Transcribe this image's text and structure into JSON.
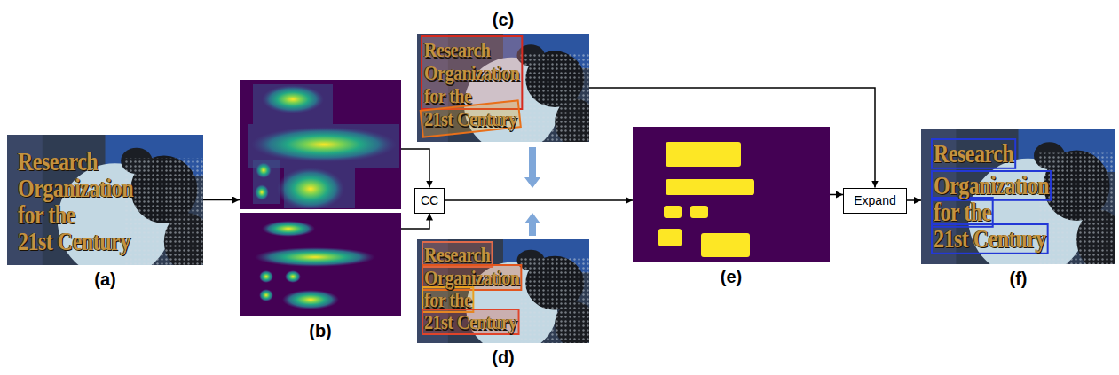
{
  "diagram": {
    "nodes": [
      {
        "text": [
          "(a)"
        ]
      },
      {
        "text": [
          "(b)"
        ]
      },
      {
        "text": [
          "CC"
        ]
      },
      {
        "text": [
          "(c)"
        ]
      },
      {
        "text": [
          "(d)"
        ]
      },
      {
        "text": [
          "(e)"
        ]
      },
      {
        "text": [
          "Expand"
        ]
      },
      {
        "text": [
          "(f)"
        ]
      }
    ],
    "edges": [
      {
        "from": 0,
        "to": 1,
        "arrow": "to"
      },
      {
        "from": 1,
        "to": 2,
        "arrow": "to"
      },
      {
        "from": 2,
        "to": 5,
        "arrow": "to"
      },
      {
        "from": 5,
        "to": 6,
        "arrow": "to"
      },
      {
        "from": 3,
        "to": 6,
        "arrow": "to"
      },
      {
        "from": 6,
        "to": 7,
        "arrow": "to"
      }
    ],
    "labels": [
      "Research",
      "Organization",
      "for the",
      "21st Century",
      "Research",
      "Organization",
      "for the",
      "21st Century",
      "Research",
      "Organization",
      "for the",
      "21st Century",
      "Research",
      "Organization",
      "for the",
      "21st Century"
    ]
  }
}
